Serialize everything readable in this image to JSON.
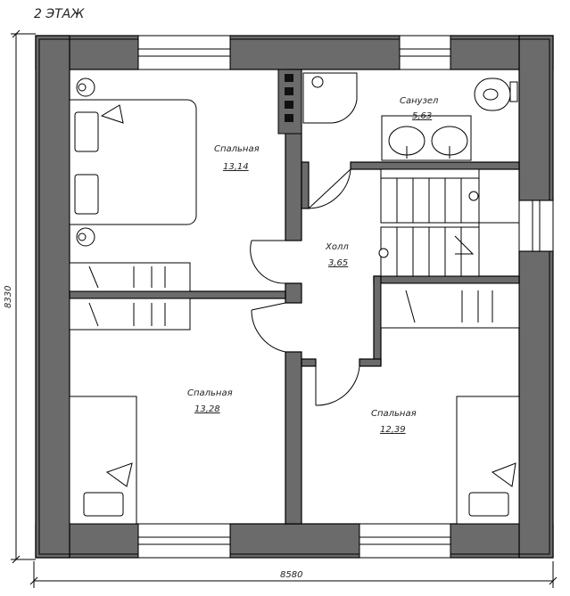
{
  "title": "2 ЭТАЖ",
  "dimensions": {
    "width": "8580",
    "height": "8330"
  },
  "rooms": [
    {
      "name": "Спальная",
      "area": "13,14"
    },
    {
      "name": "Санузел",
      "area": "5,63"
    },
    {
      "name": "Холл",
      "area": "3,65"
    },
    {
      "name": "Спальная",
      "area": "13,28"
    },
    {
      "name": "Спальная",
      "area": "12,39"
    }
  ]
}
